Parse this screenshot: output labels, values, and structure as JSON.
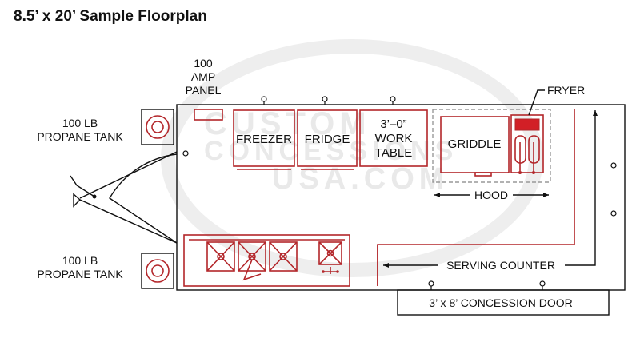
{
  "title": "8.5’ x 20’ Sample Floorplan",
  "labels": {
    "amp_line1": "100",
    "amp_line2": "AMP",
    "amp_line3": "PANEL",
    "propane_top_line1": "100 LB",
    "propane_top_line2": "PROPANE TANK",
    "propane_bottom_line1": "100 LB",
    "propane_bottom_line2": "PROPANE TANK",
    "freezer": "FREEZER",
    "fridge": "FRIDGE",
    "work_line1": "3’–0”",
    "work_line2": "WORK",
    "work_line3": "TABLE",
    "griddle": "GRIDDLE",
    "fryer": "FRYER",
    "hood": "HOOD",
    "serving_counter": "SERVING COUNTER",
    "door": "3’ x 8’ CONCESSION DOOR"
  },
  "watermark": {
    "line1": "CUSTOM",
    "line2": "CONCESSIONS",
    "line3": "USA.COM"
  },
  "colors": {
    "equipment": "#b3262a",
    "structure": "#111111",
    "watermark": "#e9e9e9"
  }
}
